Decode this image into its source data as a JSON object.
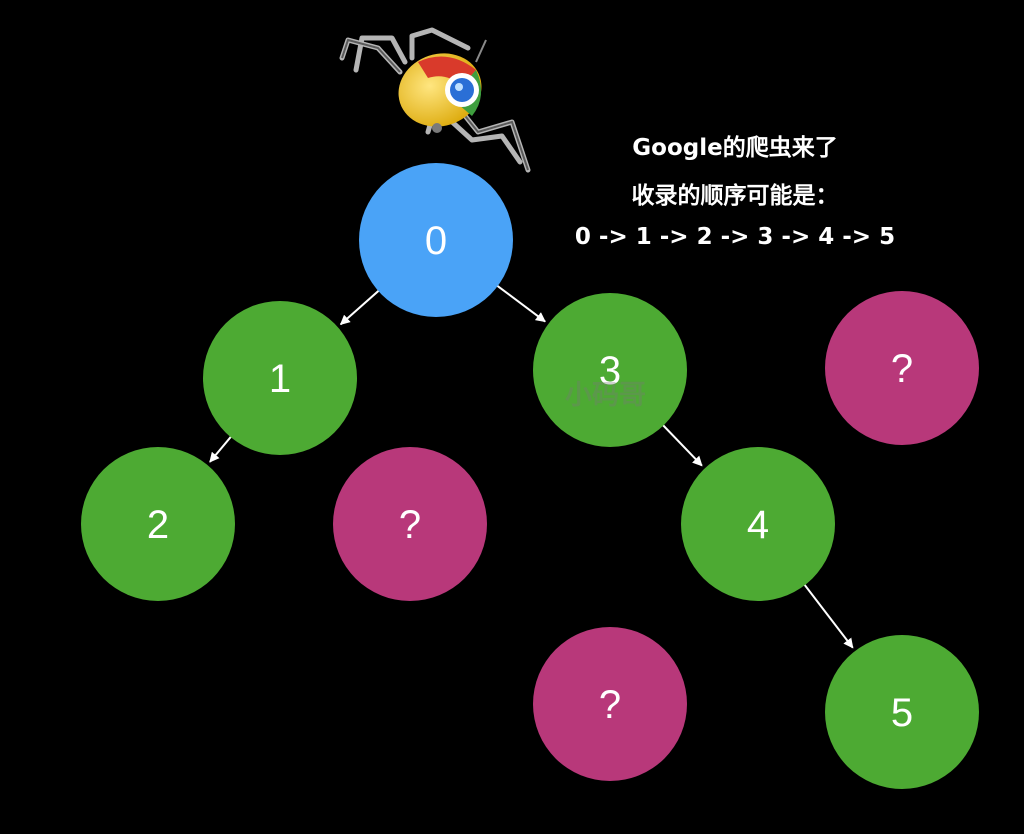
{
  "caption": {
    "line1": "Google的爬虫来了",
    "line2": "收录的顺序可能是：",
    "line3": "0 -> 1 -> 2 -> 3 -> 4 -> 5"
  },
  "watermark": "小码哥",
  "colors": {
    "background": "#000000",
    "root": "#4aa3f7",
    "visited": "#4daa33",
    "unknown": "#b8387a",
    "edge": "#ffffff"
  },
  "mascot": "chrome-spider-robot",
  "nodes": [
    {
      "id": "n0",
      "label": "0",
      "kind": "root"
    },
    {
      "id": "n1",
      "label": "1",
      "kind": "visited"
    },
    {
      "id": "n3",
      "label": "3",
      "kind": "visited"
    },
    {
      "id": "nq1",
      "label": "?",
      "kind": "unknown"
    },
    {
      "id": "n2",
      "label": "2",
      "kind": "visited"
    },
    {
      "id": "nq2",
      "label": "?",
      "kind": "unknown"
    },
    {
      "id": "n4",
      "label": "4",
      "kind": "visited"
    },
    {
      "id": "nq3",
      "label": "?",
      "kind": "unknown"
    },
    {
      "id": "n5",
      "label": "5",
      "kind": "visited"
    }
  ],
  "edges": [
    {
      "from": "n0",
      "to": "n1"
    },
    {
      "from": "n0",
      "to": "n3"
    },
    {
      "from": "n1",
      "to": "n2"
    },
    {
      "from": "n3",
      "to": "n4"
    },
    {
      "from": "n4",
      "to": "n5"
    }
  ]
}
